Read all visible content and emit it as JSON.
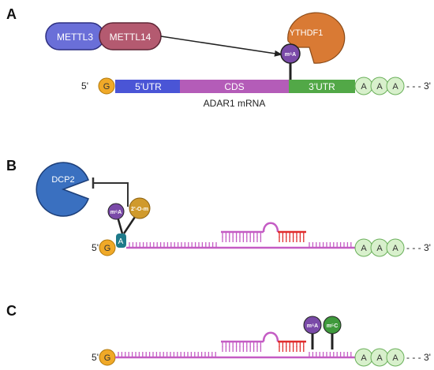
{
  "panels": [
    {
      "label": "A",
      "writers": [
        "METTL3",
        "METTL14"
      ],
      "reader": "YTHDF1",
      "mod": "m⁶A",
      "five_prime": "5'",
      "cap": "G",
      "segments": [
        "5'UTR",
        "CDS",
        "3'UTR"
      ],
      "polyA": [
        "A",
        "A",
        "A"
      ],
      "three_prime": "- - - 3'",
      "caption": "ADAR1 mRNA"
    },
    {
      "label": "B",
      "decapper": "DCP2",
      "cap_mods": [
        "m⁶A",
        "2'-O-m"
      ],
      "first_base": "A",
      "five_prime": "5'",
      "cap": "G",
      "polyA": [
        "A",
        "A",
        "A"
      ],
      "three_prime": "- - - 3'"
    },
    {
      "label": "C",
      "mods": [
        "m⁶A",
        "m⁵C"
      ],
      "five_prime": "5'",
      "cap": "G",
      "polyA": [
        "A",
        "A",
        "A"
      ],
      "three_prime": "- - - 3'"
    }
  ],
  "colors": {
    "mettl3": "#6a6fd8",
    "mettl14": "#b45a70",
    "ythdf1": "#d97a34",
    "m6a": "#7a4aa8",
    "m5c": "#3f9a3c",
    "cap": "#f0a928",
    "utr5": "#4a55d6",
    "cds": "#b45cb8",
    "utr3": "#52a847",
    "polyA": "#d8f0cc",
    "strand": "#c45cc4",
    "duplex": "#e02d2d",
    "dcp2": "#3a70c0",
    "two_o_m": "#d09a2c",
    "first_base": "#1e7a8a"
  }
}
